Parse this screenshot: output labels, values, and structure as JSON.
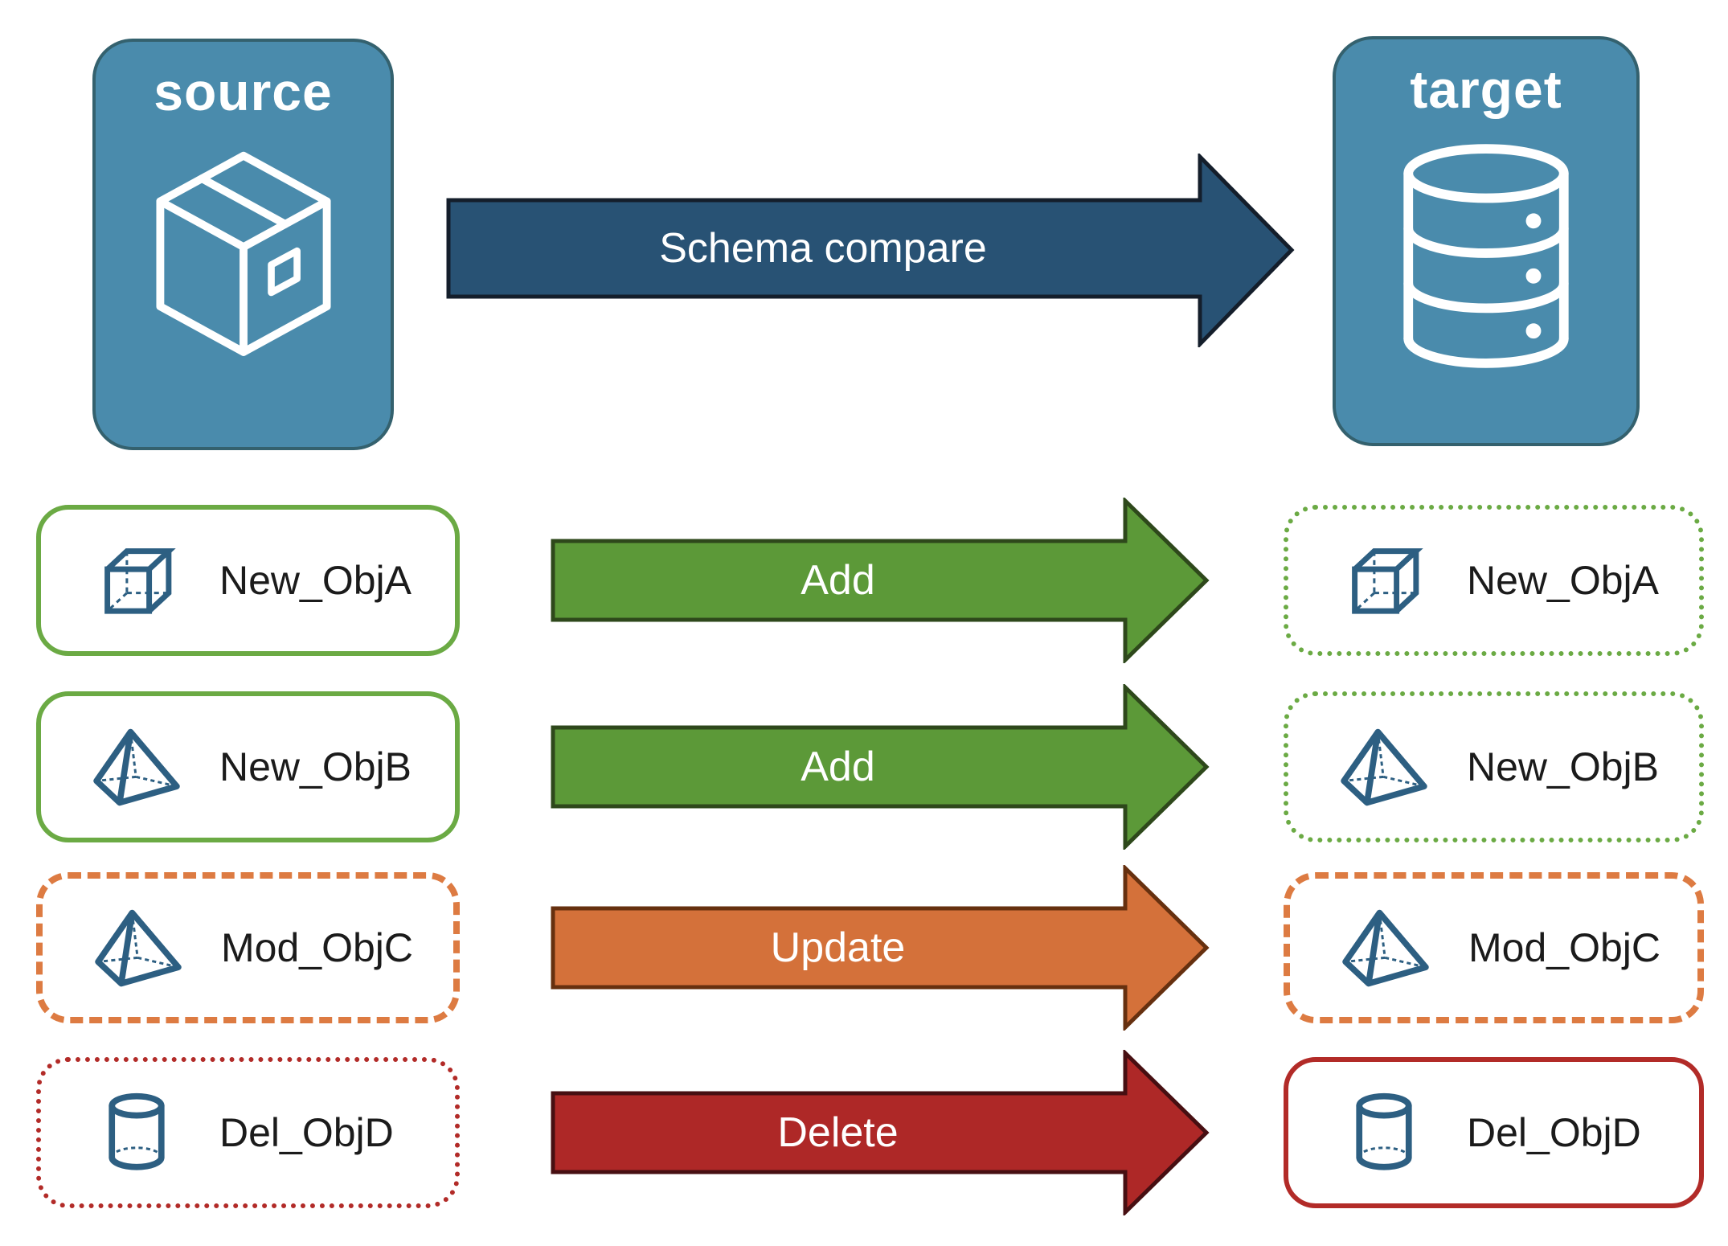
{
  "diagram": {
    "source_node": {
      "title": "source",
      "icon": "package-box-icon"
    },
    "target_node": {
      "title": "target",
      "icon": "database-icon"
    },
    "compare_arrow": {
      "label": "Schema compare"
    }
  },
  "rows": [
    {
      "source_item": {
        "label": "New_ObjA",
        "icon": "cube-icon",
        "border": "green-solid"
      },
      "arrow": {
        "label": "Add",
        "style": "add"
      },
      "target_item": {
        "label": "New_ObjA",
        "icon": "cube-icon",
        "border": "green-dotted"
      }
    },
    {
      "source_item": {
        "label": "New_ObjB",
        "icon": "pyramid-icon",
        "border": "green-solid"
      },
      "arrow": {
        "label": "Add",
        "style": "add"
      },
      "target_item": {
        "label": "New_ObjB",
        "icon": "pyramid-icon",
        "border": "green-dotted"
      }
    },
    {
      "source_item": {
        "label": "Mod_ObjC",
        "icon": "pyramid-icon",
        "border": "orange-dashed"
      },
      "arrow": {
        "label": "Update",
        "style": "update"
      },
      "target_item": {
        "label": "Mod_ObjC",
        "icon": "pyramid-icon",
        "border": "orange-dashed"
      }
    },
    {
      "source_item": {
        "label": "Del_ObjD",
        "icon": "cylinder-icon",
        "border": "red-dotted"
      },
      "arrow": {
        "label": "Delete",
        "style": "delete"
      },
      "target_item": {
        "label": "Del_ObjD",
        "icon": "cylinder-icon",
        "border": "red-solid"
      }
    }
  ],
  "colors": {
    "node_fill": "#4A8BAC",
    "node_border": "#34616E",
    "node_text": "#FFFFFF",
    "compare_arrow_fill": "#285274",
    "compare_arrow_border": "#141E2B",
    "add_arrow_fill": "#5C9938",
    "add_arrow_border": "#2E481B",
    "update_arrow_fill": "#D4713A",
    "update_arrow_border": "#66300F",
    "delete_arrow_fill": "#AE2827",
    "delete_arrow_border": "#470F12",
    "green_box_border": "#6BAA44",
    "orange_box_border": "#DD7B42",
    "red_box_border": "#B22B28",
    "object_icon_stroke": "#2D5F82",
    "item_label_text": "#1B1B1B",
    "background": "#FFFFFF"
  }
}
